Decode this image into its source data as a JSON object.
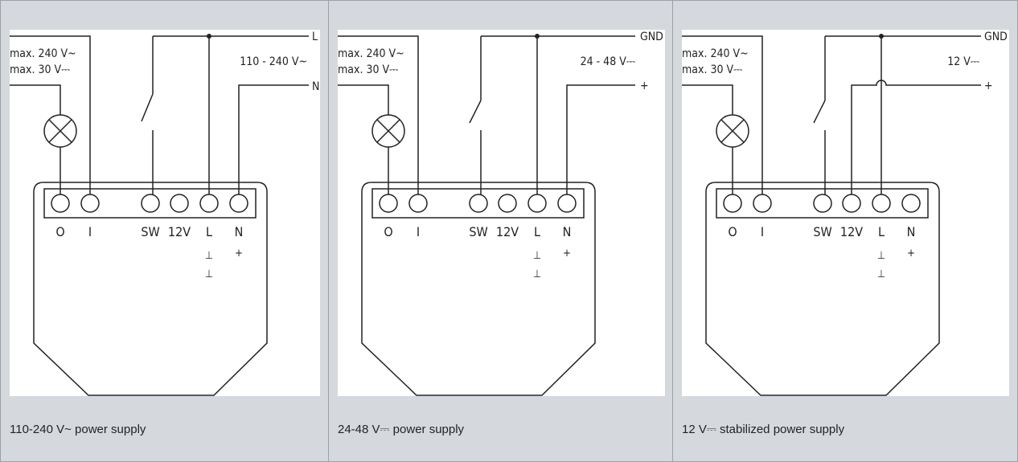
{
  "panels": [
    {
      "caption": "110-240 V~ power supply",
      "line1_label": "L",
      "line2_label": "N",
      "supply_label": "110 - 240 V~",
      "load_max1": "max. 240 V~",
      "load_max2": "max. 30 V⎓",
      "terminals": [
        "O",
        "I",
        "SW",
        "12V",
        "L",
        "N"
      ],
      "l_symbols": [
        "⊥",
        "⊥"
      ],
      "n_symbol": "+"
    },
    {
      "caption": "24-48 V⎓ power supply",
      "line1_label": "GND",
      "line2_label": "+",
      "supply_label": "24 - 48 V⎓",
      "load_max1": "max. 240 V~",
      "load_max2": "max. 30 V⎓",
      "terminals": [
        "O",
        "I",
        "SW",
        "12V",
        "L",
        "N"
      ],
      "l_symbols": [
        "⊥",
        "⊥"
      ],
      "n_symbol": "+"
    },
    {
      "caption": "12 V⎓ stabilized power supply",
      "line1_label": "GND",
      "line2_label": "+",
      "supply_label": "12 V⎓",
      "load_max1": "max. 240 V~",
      "load_max2": "max. 30 V⎓",
      "terminals": [
        "O",
        "I",
        "SW",
        "12V",
        "L",
        "N"
      ],
      "l_symbols": [
        "⊥",
        "⊥"
      ],
      "n_symbol": "+"
    }
  ]
}
